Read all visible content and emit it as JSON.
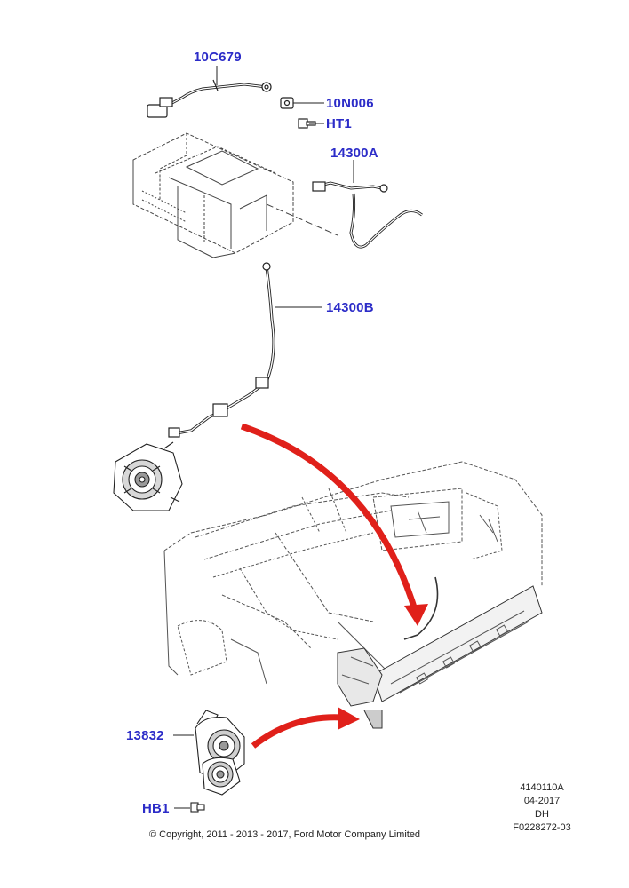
{
  "callouts": {
    "c_10c679": "10C679",
    "c_10n006": "10N006",
    "c_ht1": "HT1",
    "c_14300a": "14300A",
    "c_14300b": "14300B",
    "c_13832": "13832",
    "c_hb1": "HB1"
  },
  "meta": {
    "ref": "4140110A",
    "date": "04-2017",
    "code": "DH",
    "figure": "F0228272-03"
  },
  "copyright": "© Copyright, 2011 - 2013 - 2017, Ford Motor Company Limited",
  "colors": {
    "callout": "#2c2cc8",
    "arrow": "#e0201a",
    "line": "#222222"
  }
}
